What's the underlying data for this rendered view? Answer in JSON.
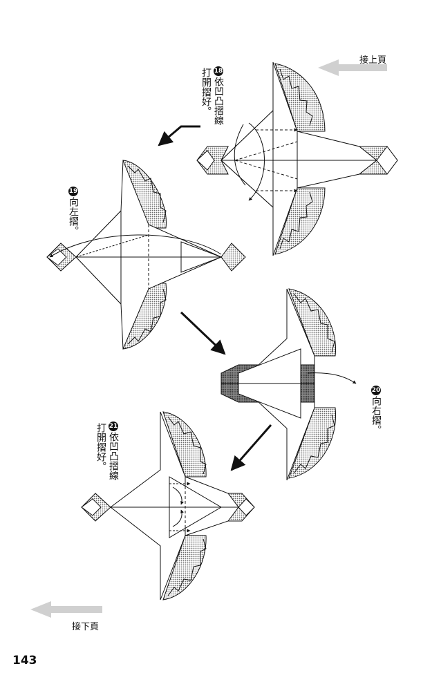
{
  "page_number": "143",
  "nav": {
    "continue_from": "接上頁",
    "continue_to": "接下頁"
  },
  "steps": [
    {
      "number": "18",
      "col1": "依凹凸摺線",
      "col2": "打開摺好。"
    },
    {
      "number": "19",
      "col1": "向左摺。",
      "col2": ""
    },
    {
      "number": "20",
      "col1": "向右摺。",
      "col2": ""
    },
    {
      "number": "21",
      "col1": "依凹凸摺線",
      "col2": "打開摺好。"
    }
  ],
  "colors": {
    "ink": "#111111",
    "gray_arrow": "#c8c8c8",
    "shade": "#9a9a9a"
  }
}
